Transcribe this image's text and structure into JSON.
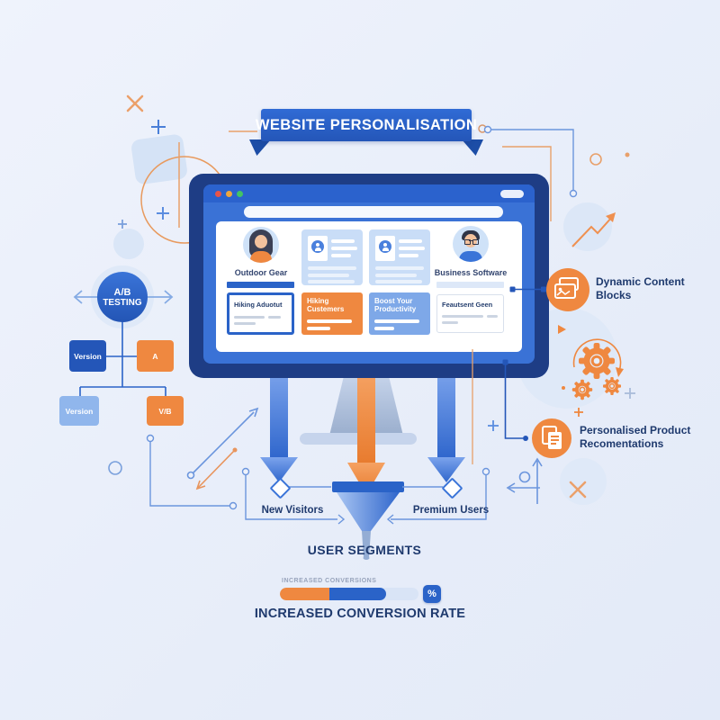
{
  "banner": {
    "title": "WEBSITE PERSONALISATION"
  },
  "ab_testing": {
    "circle_line1": "A/B",
    "circle_line2": "TESTING",
    "box_version_a": "Version",
    "box_a": "A",
    "box_version_b": "Version",
    "box_vb": "V/B"
  },
  "browser": {
    "profile_left": "Outdoor Gear",
    "profile_right": "Business Software",
    "card_hiking_title": "Hiking Aduotut",
    "card_orange_line1": "Hiking",
    "card_orange_line2": "Custemers",
    "card_blue_line1": "Boost Your",
    "card_blue_line2": "Productivity",
    "card_featured_title": "Feautsent Geen"
  },
  "annotations": {
    "dynamic_content_line1": "Dynamic Content",
    "dynamic_content_line2": "Blocks",
    "personalised_line1": "Personalised Product",
    "personalised_line2": "Recomentations"
  },
  "user_segments": {
    "left_label": "New Visitors",
    "right_label": "Premium Users",
    "title": "USER SEGMENTS"
  },
  "conversion": {
    "mini_label": "INCREASED CONVERSIONS",
    "percent_badge": "%",
    "title": "INCREASED CONVERSION RATE"
  },
  "colors": {
    "primary_blue": "#2a63c8",
    "orange": "#ef8840",
    "navy_text": "#1f3a6e",
    "background": "#e9eefa"
  }
}
